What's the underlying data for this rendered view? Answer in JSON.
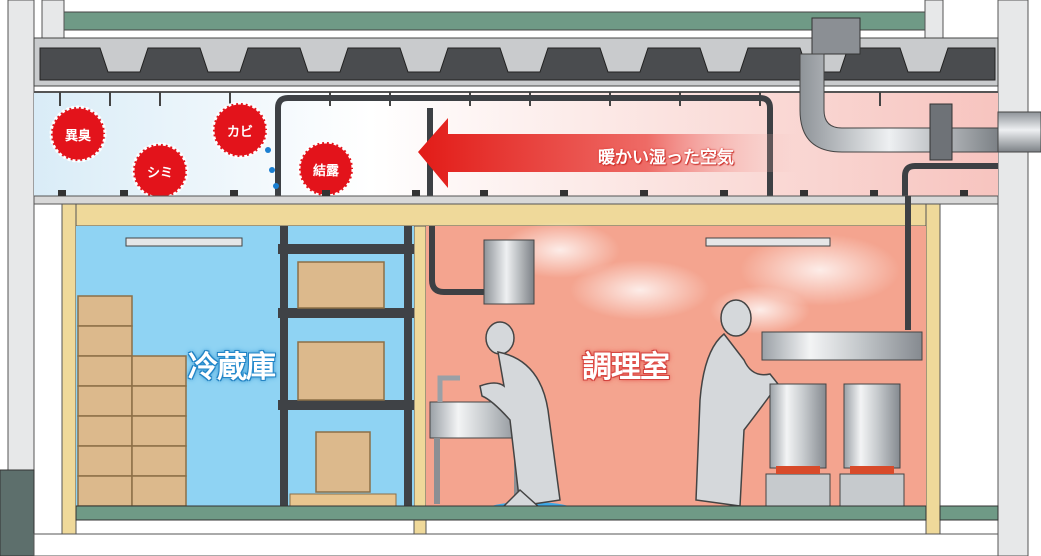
{
  "rooms": {
    "fridge": "冷蔵庫",
    "kitchen": "調理室"
  },
  "airflow": {
    "label": "暖かい湿った空気"
  },
  "problems": [
    "異臭",
    "カビ",
    "シミ",
    "結露"
  ],
  "colors": {
    "fridge_bg": "#8fd3f3",
    "kitchen_bg": "#f4a48f",
    "beam": "#efd99a",
    "problem_badge": "#e3131b",
    "warm_air_arrow": "#e8342e",
    "floor": "#6f9a86",
    "steel": "#b9bcc0"
  }
}
